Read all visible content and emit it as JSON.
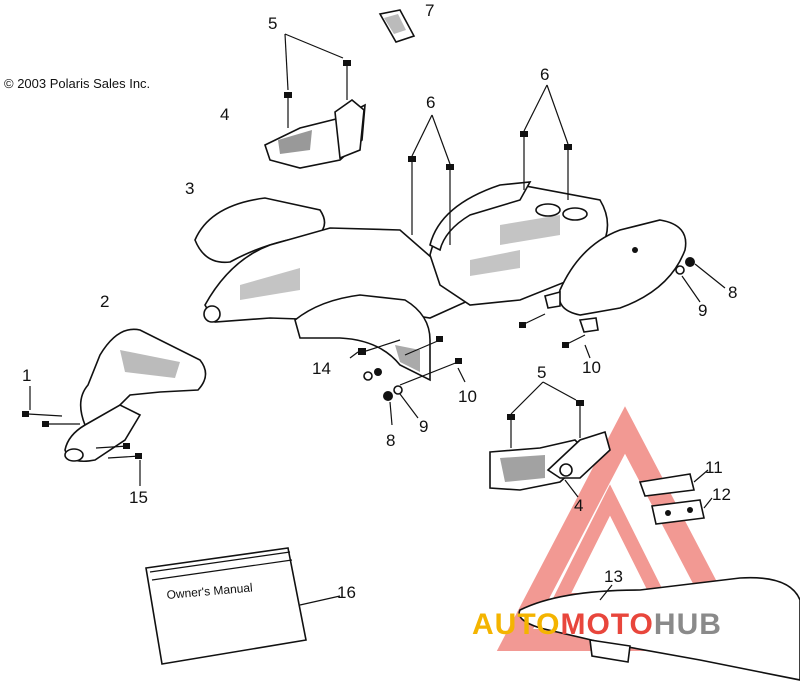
{
  "copyright": "© 2003 Polaris Sales Inc.",
  "manual_label": "Owner's Manual",
  "watermark": {
    "part1": "AUTO",
    "part2": "MOTO",
    "part3": "HUB",
    "color_auto": "#f4b400",
    "color_moto": "#e8463c",
    "color_hub": "#8a8a8a"
  },
  "callouts": {
    "c1": "1",
    "c2": "2",
    "c3": "3",
    "c4a": "4",
    "c4b": "4",
    "c5a": "5",
    "c5b": "5",
    "c6a": "6",
    "c6b": "6",
    "c7": "7",
    "c8a": "8",
    "c8b": "8",
    "c9a": "9",
    "c9b": "9",
    "c10a": "10",
    "c10b": "10",
    "c11": "11",
    "c12": "12",
    "c13": "13",
    "c14": "14",
    "c15": "15",
    "c16": "16"
  }
}
